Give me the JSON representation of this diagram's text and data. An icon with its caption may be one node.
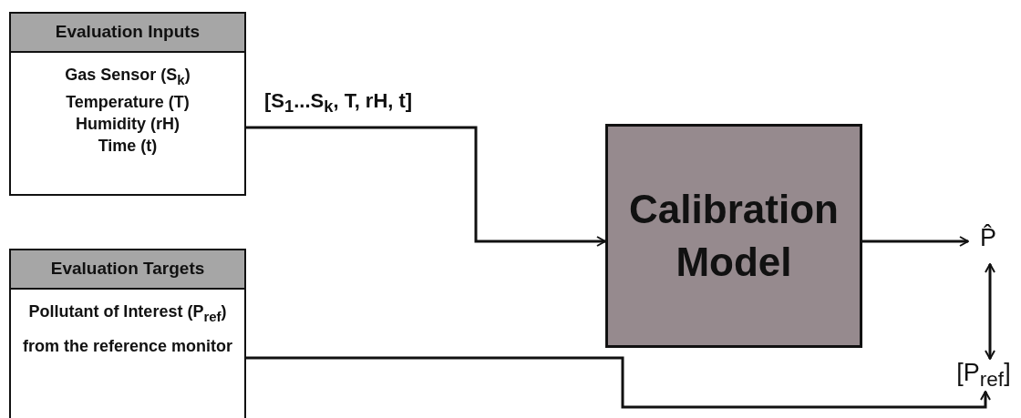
{
  "diagram": {
    "nodes": [
      {
        "text": [
          "Evaluation Inputs",
          "Gas Sensor (S$_{k}$)",
          "Temperature (T)",
          "Humidity (rH)",
          "Time (t)"
        ]
      },
      {
        "text": [
          "Evaluation Targets",
          "Pollutant of Interest (P$_{ref}$) from the reference monitor"
        ]
      },
      {
        "text": [
          "Calibration Model"
        ]
      },
      {
        "text": [
          "P̂"
        ]
      },
      {
        "text": [
          "[P$_{ref}$]"
        ]
      }
    ],
    "edges": [
      {
        "from": 0,
        "to": 2,
        "arrow": "to",
        "label": "[S$_{1}$...S$_{k}$, T, rH, t]"
      },
      {
        "from": 2,
        "to": 3,
        "arrow": "to"
      },
      {
        "from": 3,
        "to": 4,
        "arrow": "both"
      },
      {
        "from": 1,
        "to": 4,
        "arrow": "to"
      }
    ]
  }
}
